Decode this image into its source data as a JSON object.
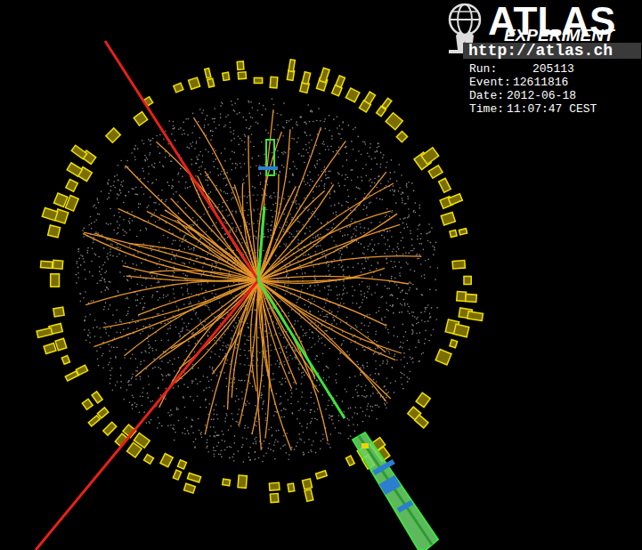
{
  "diagram": {
    "labels": [
      "ATLAS",
      "EXPERIMENT",
      "http://atlas.ch",
      "Run:",
      "205113",
      "Event:",
      "12611816",
      "Date:",
      "2012-06-18",
      "Time:",
      "11:07:47 CEST"
    ]
  }
}
